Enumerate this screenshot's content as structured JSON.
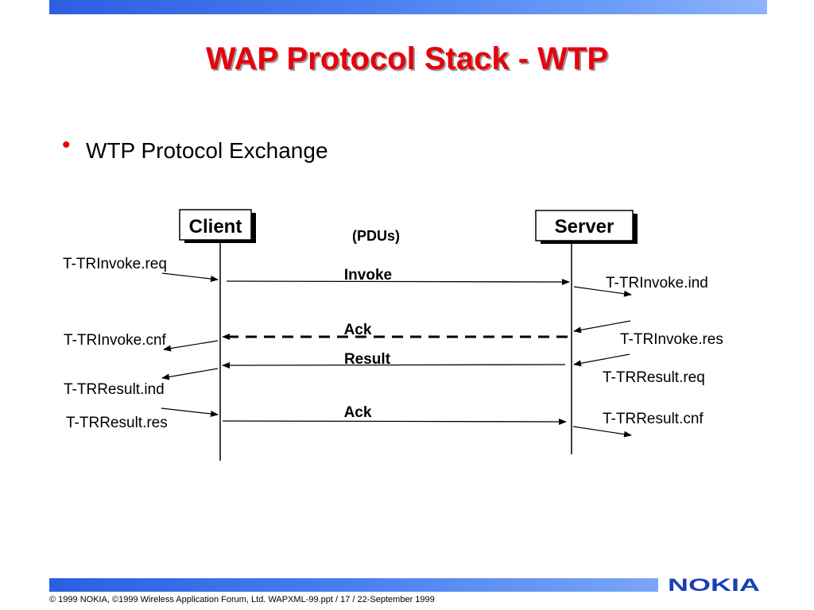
{
  "title": "WAP Protocol Stack - WTP",
  "subtitle": "WTP Protocol Exchange",
  "diagram": {
    "client_label": "Client",
    "server_label": "Server",
    "pdus_label": "(PDUs)",
    "messages": {
      "invoke": "Invoke",
      "ack1": "Ack",
      "result": "Result",
      "ack2": "Ack"
    },
    "client_primitives": {
      "invoke_req": "T-TRInvoke.req",
      "invoke_cnf": "T-TRInvoke.cnf",
      "result_ind": "T-TRResult.ind",
      "result_res": "T-TRResult.res"
    },
    "server_primitives": {
      "invoke_ind": "T-TRInvoke.ind",
      "invoke_res": "T-TRInvoke.res",
      "result_req": "T-TRResult.req",
      "result_cnf": "T-TRResult.cnf"
    }
  },
  "footer": "© 1999 NOKIA, ©1999 Wireless Application Forum, Ltd.  WAPXML-99.ppt / 17 / 22-September 1999",
  "logo": "NOKIA",
  "colors": {
    "title": "#e8000b",
    "bar": "#2b5fe0",
    "logo": "#1a3fb5"
  }
}
